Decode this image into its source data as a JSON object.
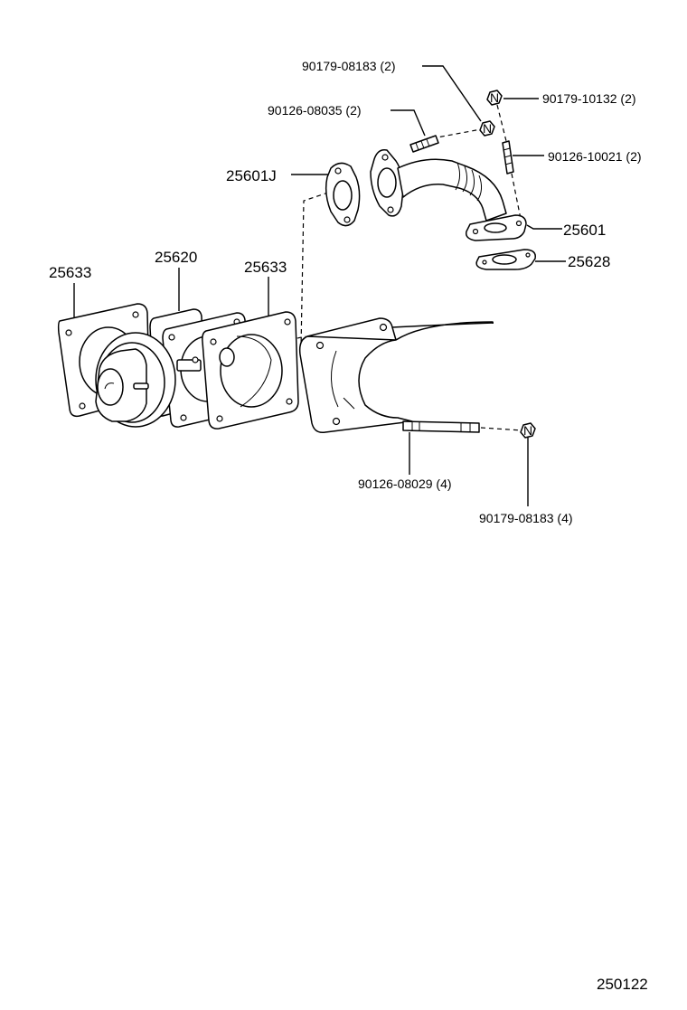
{
  "diagram": {
    "catalog_number": "250122",
    "labels": {
      "nut_top_left": "90179-08183 (2)",
      "stud_top_left": "90126-08035 (2)",
      "nut_top_right": "90179-10132 (2)",
      "stud_top_right": "90126-10021 (2)",
      "gasket_small": "25601J",
      "pipe": "25601",
      "gasket_pipe": "25628",
      "gasket_left": "25633",
      "valve": "25620",
      "gasket_right": "25633",
      "stud_bottom": "90126-08029 (4)",
      "nut_bottom": "90179-08183 (4)"
    },
    "nut_marker": "N"
  }
}
